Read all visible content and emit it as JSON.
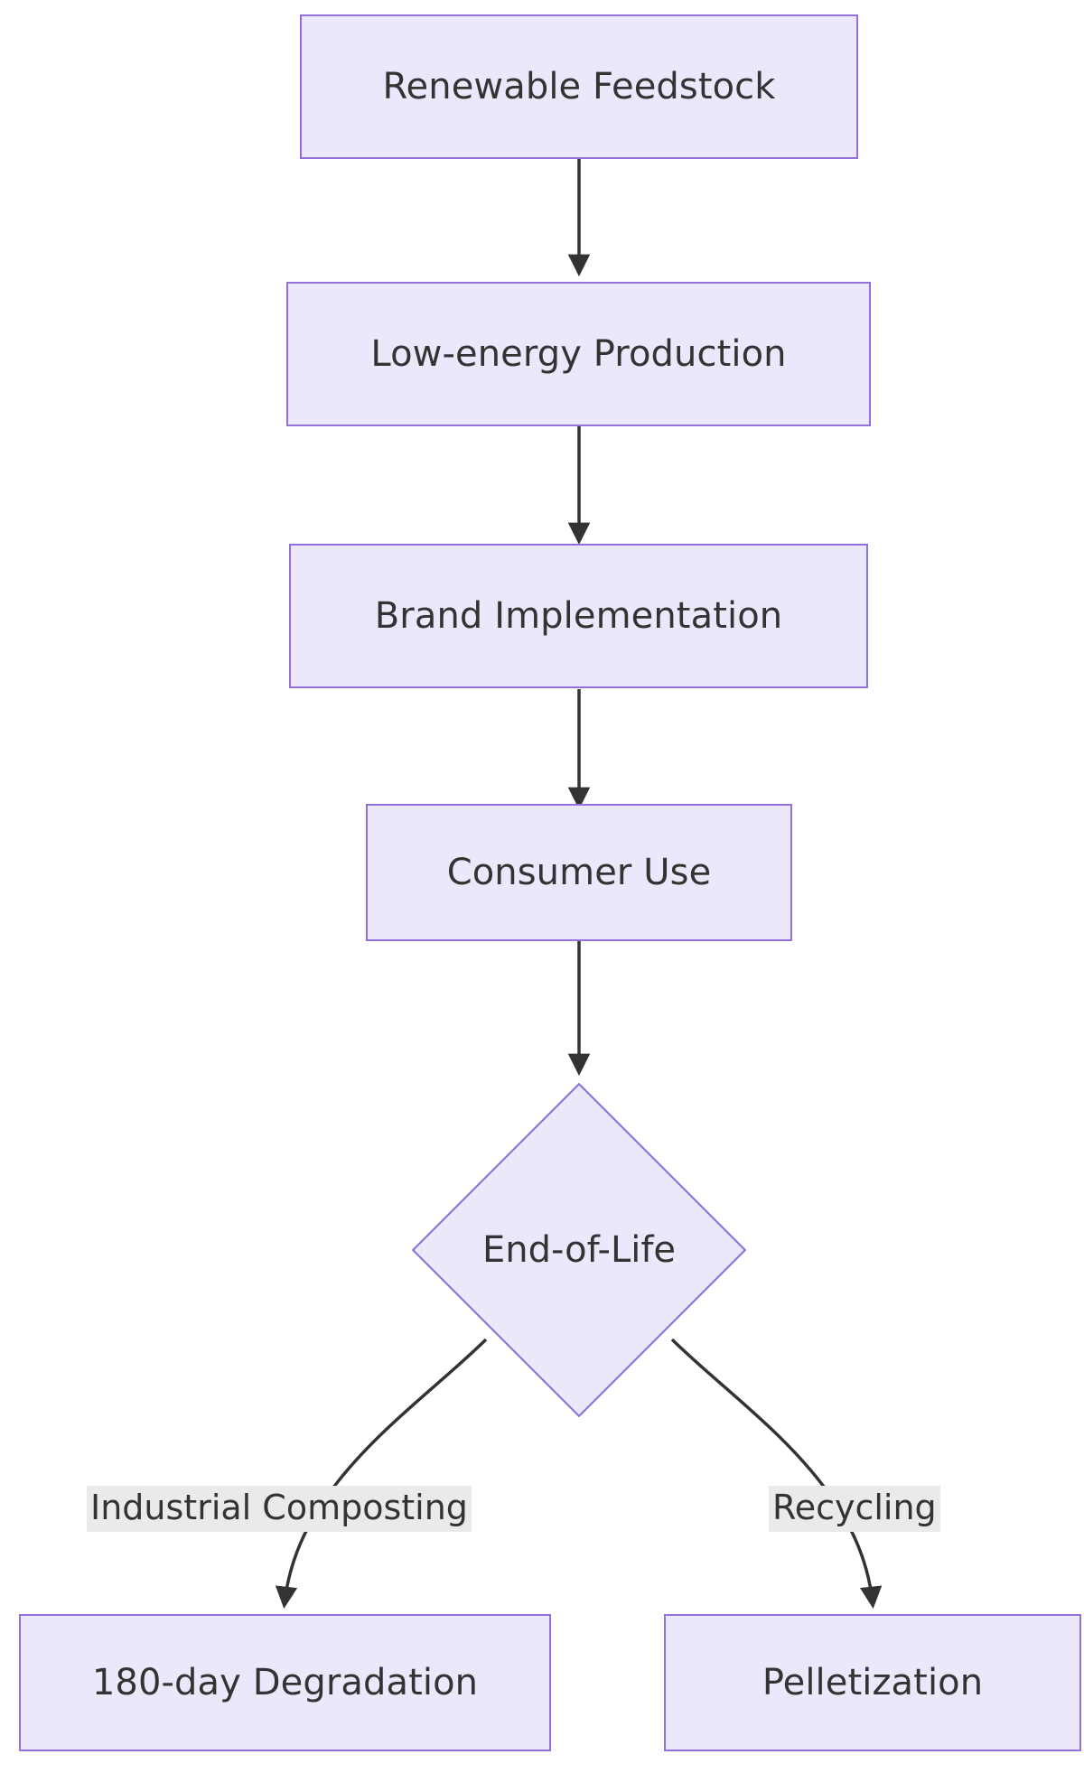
{
  "diagram": {
    "type": "flowchart",
    "direction": "top-down",
    "background_color": "#ffffff",
    "node_fill_color": "#ECE8FC",
    "node_border_color": "#9370DB",
    "edge_color": "#333333",
    "edge_label_background": "#EAEAEA",
    "text_color": "#333333",
    "nodes": [
      {
        "id": "feedstock",
        "label": "Renewable Feedstock",
        "shape": "rect"
      },
      {
        "id": "production",
        "label": "Low-energy Production",
        "shape": "rect"
      },
      {
        "id": "brand",
        "label": "Brand Implementation",
        "shape": "rect"
      },
      {
        "id": "consumer",
        "label": "Consumer Use",
        "shape": "rect"
      },
      {
        "id": "eol",
        "label": "End-of-Life",
        "shape": "diamond"
      },
      {
        "id": "degradation",
        "label": "180-day Degradation",
        "shape": "rect"
      },
      {
        "id": "pelletize",
        "label": "Pelletization",
        "shape": "rect"
      }
    ],
    "edges": [
      {
        "from": "feedstock",
        "to": "production",
        "label": ""
      },
      {
        "from": "production",
        "to": "brand",
        "label": ""
      },
      {
        "from": "brand",
        "to": "consumer",
        "label": ""
      },
      {
        "from": "consumer",
        "to": "eol",
        "label": ""
      },
      {
        "from": "eol",
        "to": "degradation",
        "label": "Industrial Composting"
      },
      {
        "from": "eol",
        "to": "pelletize",
        "label": "Recycling"
      }
    ]
  }
}
